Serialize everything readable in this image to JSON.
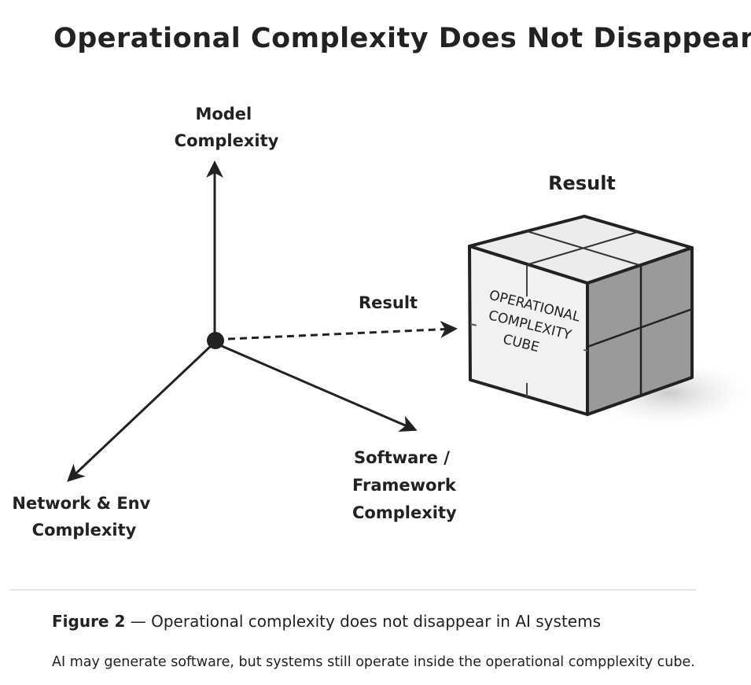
{
  "title": "Operational Complexity Does Not Disappear",
  "axes": {
    "up": [
      "Model",
      "Complexity"
    ],
    "down_right": [
      "Software /",
      "Framework",
      "Complexity"
    ],
    "down_left": [
      "Network & Env",
      "Complexity"
    ],
    "dashed": "Result"
  },
  "cube": {
    "heading": "Result",
    "text": [
      "OPERATIONAL",
      "COMPLEXITY",
      "CUBE"
    ]
  },
  "caption": {
    "figure_label": "Figure 2",
    "figure_text": " — Operational complexity does not disappear in AI systems",
    "note": "AI may generate software, but systems still operate inside the operational compplexity cube."
  }
}
